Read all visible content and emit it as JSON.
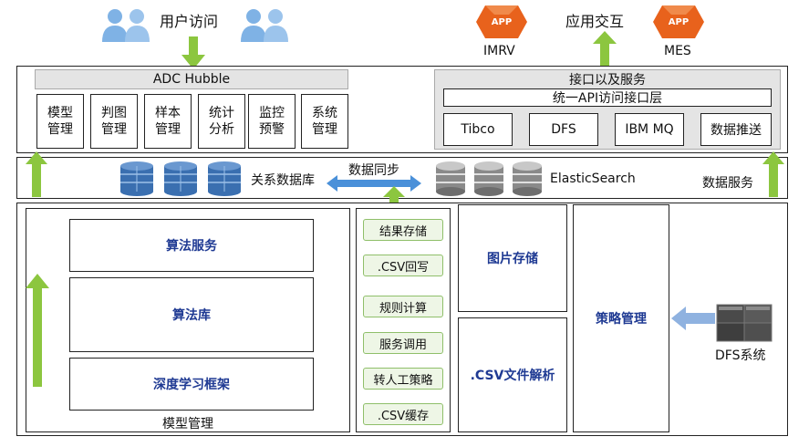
{
  "top": {
    "user_access": "用户访问",
    "app_interaction": "应用交互",
    "apps": [
      {
        "badge": "APP",
        "label": "IMRV"
      },
      {
        "badge": "APP",
        "label": "MES"
      }
    ]
  },
  "hubble": {
    "title": "ADC Hubble",
    "modules": [
      "模型\n管理",
      "判图\n管理",
      "样本\n管理",
      "统计\n分析",
      "监控\n预警",
      "系统\n管理"
    ]
  },
  "interface": {
    "title": "接口以及服务",
    "api_layer": "统一API访问接口层",
    "services": [
      "Tibco",
      "DFS",
      "IBM MQ",
      "数据推送"
    ]
  },
  "data_layer": {
    "relational_db": "关系数据库",
    "sync": "数据同步",
    "elasticsearch": "ElasticSearch",
    "data_service": "数据服务"
  },
  "model_mgmt": {
    "items": [
      "算法服务",
      "算法库",
      "深度学习框架"
    ],
    "footer": "模型管理"
  },
  "pipeline": [
    "结果存储",
    ".CSV回写",
    "规则计算",
    "服务调用",
    "转人工策略",
    ".CSV缓存"
  ],
  "storage": {
    "image_storage": "图片存储",
    "csv_parse": ".CSV文件解析"
  },
  "strategy": {
    "label": "策略管理",
    "dfs_system": "DFS系统"
  },
  "colors": {
    "arrow_green": "#8cc63f",
    "sync_blue": "#4a90d9",
    "user_blue": "#7fb2e5",
    "app_orange": "#e8621c",
    "strategy_arrow": "#8fb2e0"
  }
}
